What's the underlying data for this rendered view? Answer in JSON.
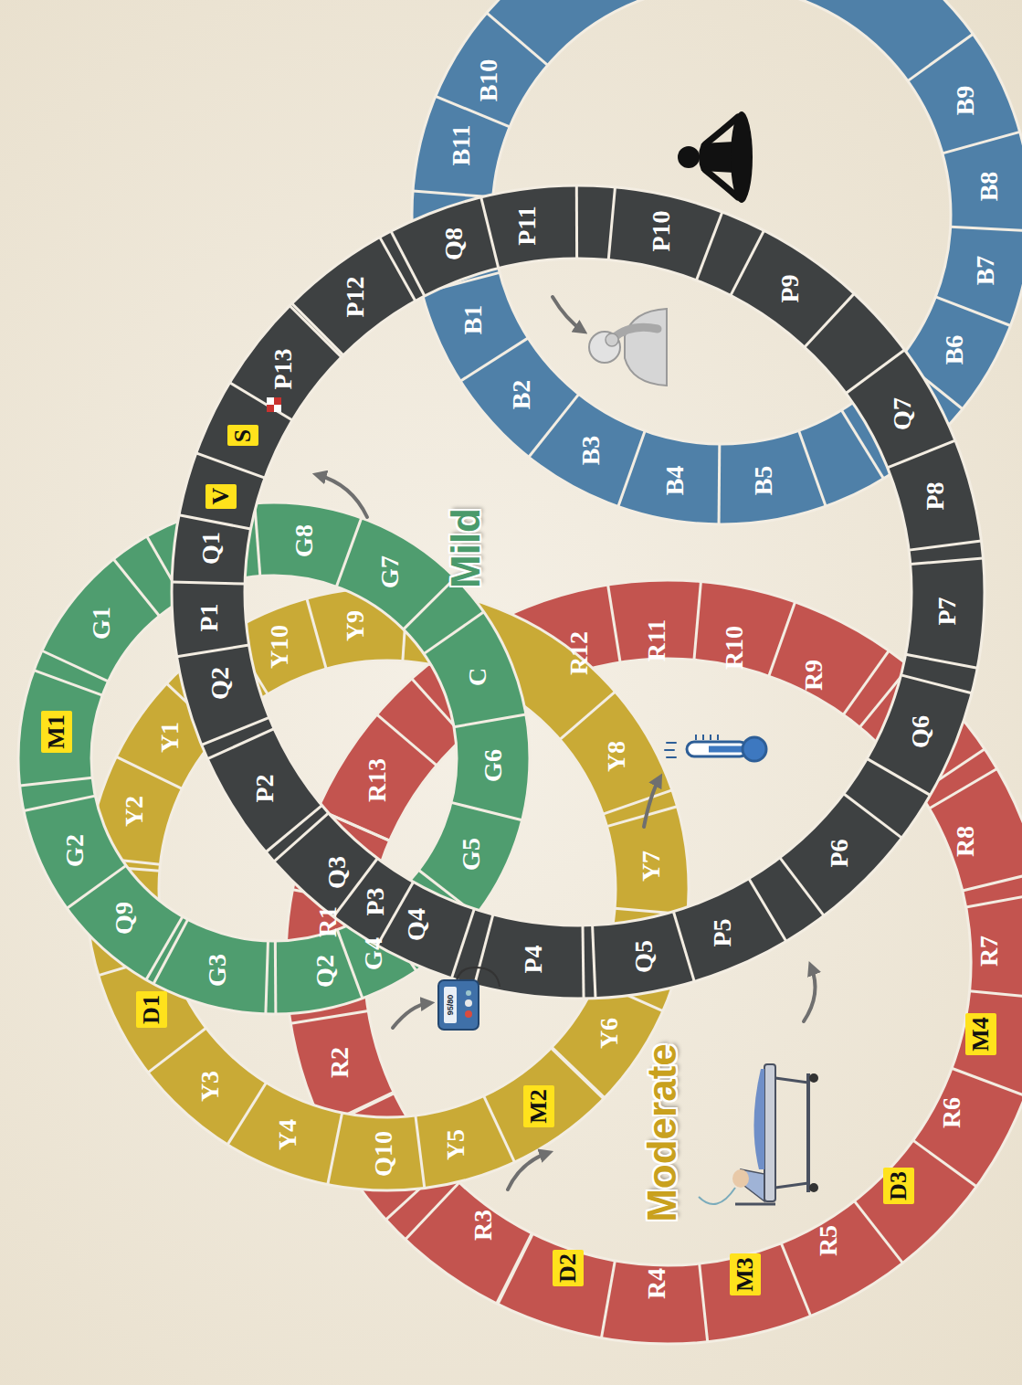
{
  "diagram": {
    "nodes": [
      {
        "text": [
          "G1"
        ]
      },
      {
        "text": [
          "M1"
        ]
      },
      {
        "text": [
          "G2"
        ]
      },
      {
        "text": [
          "Q9"
        ]
      },
      {
        "text": [
          "G3"
        ]
      },
      {
        "text": [
          "G4"
        ]
      },
      {
        "text": [
          "G5"
        ]
      },
      {
        "text": [
          "G6"
        ]
      },
      {
        "text": [
          "C"
        ]
      },
      {
        "text": [
          "G7"
        ]
      },
      {
        "text": [
          "G8"
        ]
      },
      {
        "text": [
          "Y1"
        ]
      },
      {
        "text": [
          "Y2"
        ]
      },
      {
        "text": [
          "D1"
        ]
      },
      {
        "text": [
          "Y3"
        ]
      },
      {
        "text": [
          "Y4"
        ]
      },
      {
        "text": [
          "Y5"
        ]
      },
      {
        "text": [
          "M2"
        ]
      },
      {
        "text": [
          "Y6"
        ]
      },
      {
        "text": [
          "Y7"
        ]
      },
      {
        "text": [
          "Y8"
        ]
      },
      {
        "text": [
          "Y9"
        ]
      },
      {
        "text": [
          "Y10"
        ]
      },
      {
        "text": [
          "P1"
        ]
      },
      {
        "text": [
          "Q1"
        ]
      },
      {
        "text": [
          "V"
        ]
      },
      {
        "text": [
          "S"
        ]
      },
      {
        "text": [
          "P13"
        ]
      },
      {
        "text": [
          "P12"
        ]
      },
      {
        "text": [
          "Q8"
        ]
      },
      {
        "text": [
          "P11"
        ]
      },
      {
        "text": [
          "P10"
        ]
      },
      {
        "text": [
          "P9"
        ]
      },
      {
        "text": [
          "Q7"
        ]
      },
      {
        "text": [
          "P8"
        ]
      },
      {
        "text": [
          "P7"
        ]
      },
      {
        "text": [
          "Q6"
        ]
      },
      {
        "text": [
          "P6"
        ]
      },
      {
        "text": [
          "P5"
        ]
      },
      {
        "text": [
          "Q5"
        ]
      },
      {
        "text": [
          "P4"
        ]
      },
      {
        "text": [
          "Q4"
        ]
      },
      {
        "text": [
          "P3"
        ]
      },
      {
        "text": [
          "Q3"
        ]
      },
      {
        "text": [
          "P2"
        ]
      },
      {
        "text": [
          "Q2"
        ]
      },
      {
        "text": [
          "R1"
        ]
      },
      {
        "text": [
          "Q2"
        ]
      },
      {
        "text": [
          "R2"
        ]
      },
      {
        "text": [
          "Q10"
        ]
      },
      {
        "text": [
          "R3"
        ]
      },
      {
        "text": [
          "D2"
        ]
      },
      {
        "text": [
          "R4"
        ]
      },
      {
        "text": [
          "M3"
        ]
      },
      {
        "text": [
          "R5"
        ]
      },
      {
        "text": [
          "D3"
        ]
      },
      {
        "text": [
          "R6"
        ]
      },
      {
        "text": [
          "M4"
        ]
      },
      {
        "text": [
          "R7"
        ]
      },
      {
        "text": [
          "R8"
        ]
      },
      {
        "text": [
          "R9"
        ]
      },
      {
        "text": [
          "R10"
        ]
      },
      {
        "text": [
          "R11"
        ]
      },
      {
        "text": [
          "R12"
        ]
      },
      {
        "text": [
          "R13"
        ]
      },
      {
        "text": [
          "B1"
        ]
      },
      {
        "text": [
          "B2"
        ]
      },
      {
        "text": [
          "B3"
        ]
      },
      {
        "text": [
          "B4"
        ]
      },
      {
        "text": [
          "B5"
        ]
      },
      {
        "text": [
          "B6"
        ]
      },
      {
        "text": [
          "B7"
        ]
      },
      {
        "text": [
          "B8"
        ]
      },
      {
        "text": [
          "B9"
        ]
      },
      {
        "text": [
          "B10"
        ]
      },
      {
        "text": [
          "B11"
        ]
      }
    ],
    "labels": [
      "Mild",
      "Moderate",
      "95/80"
    ]
  }
}
